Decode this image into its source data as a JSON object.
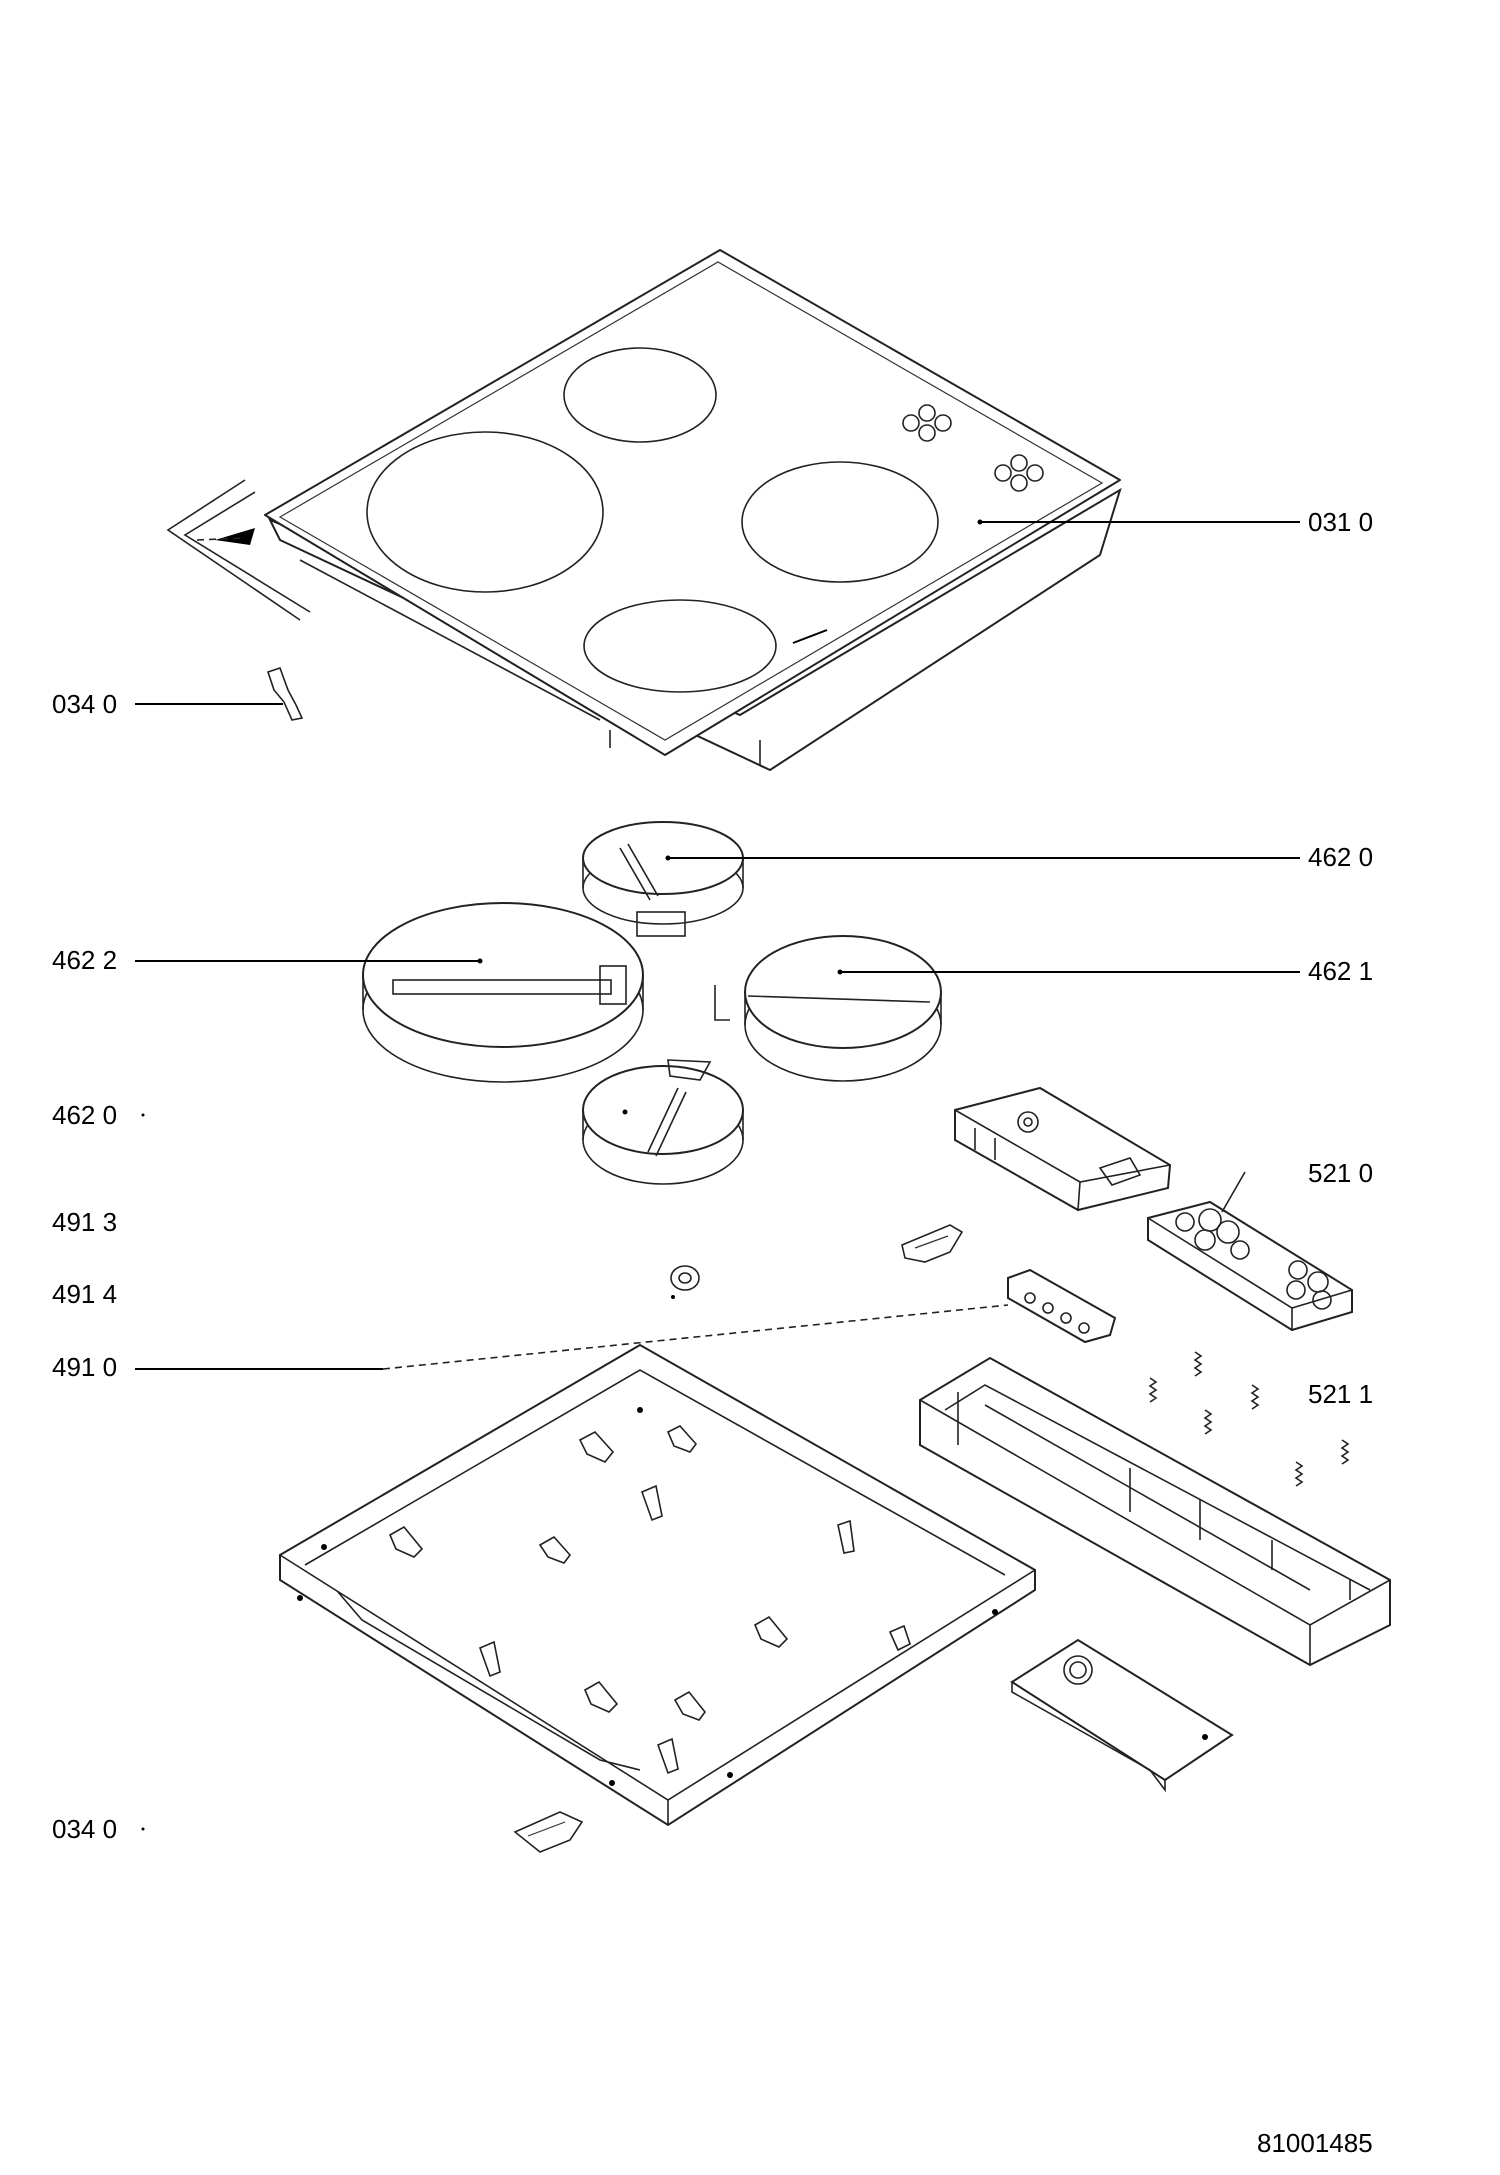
{
  "labels": {
    "hob_top": "031 0",
    "clip_top": "034 0",
    "element_rear": "462 0",
    "element_left": "462 2",
    "element_right": "462 1",
    "element_front": "462 0",
    "control_housing": "521 0",
    "connector_a": "491 3",
    "connector_b": "491 4",
    "terminal_block": "491 0",
    "knob_springs": "521 1",
    "clip_bottom": "034 0"
  },
  "drawing_number": "81001485",
  "colors": {
    "line": "#000000",
    "background": "#ffffff"
  }
}
